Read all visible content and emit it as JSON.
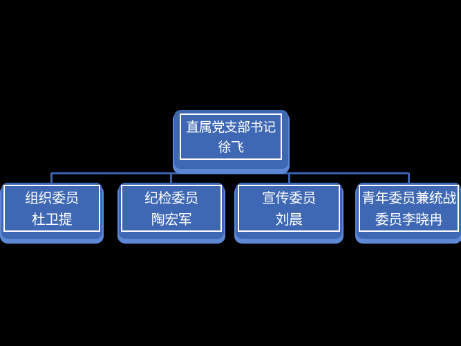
{
  "window": {
    "background": "#000000"
  },
  "palette": {
    "node_fill": "#3E68B4",
    "node_glow": "#5C88D6",
    "node_border": "#FFFFFF",
    "connector": "#3A63AE",
    "text": "#FFFFFF"
  },
  "org_chart": {
    "type": "org-tree",
    "root": {
      "lines": [
        "直属党支部书记",
        "徐飞"
      ]
    },
    "children": [
      {
        "lines": [
          "组织委员",
          "杜卫提"
        ]
      },
      {
        "lines": [
          "纪检委员",
          "陶宏军"
        ]
      },
      {
        "lines": [
          "宣传委员",
          "刘晨"
        ]
      },
      {
        "lines": [
          "青年委员兼统战",
          "委员李晓冉"
        ]
      }
    ]
  }
}
